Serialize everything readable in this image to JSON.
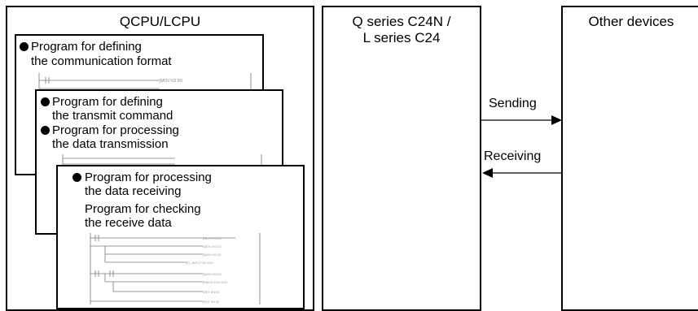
{
  "boxes": {
    "cpu_title": "QCPU/LCPU",
    "module_title_line1": "Q series C24N /",
    "module_title_line2": "L series C24",
    "devices_title": "Other devices"
  },
  "panels": {
    "format": {
      "lines": [
        "Program for defining",
        "the communication format"
      ]
    },
    "transmit": {
      "lines": [
        "Program for defining",
        "the transmit command",
        "Program for processing",
        "the data transmission"
      ]
    },
    "receive": {
      "lines": [
        "Program for processing",
        "the data receiving",
        "Program for checking",
        "the receive data"
      ]
    }
  },
  "arrows": {
    "sending": "Sending",
    "receiving": "Receiving"
  },
  "icons": [
    "bullet-icon",
    "ladder-program-icon",
    "arrow-right-icon",
    "arrow-left-icon"
  ]
}
